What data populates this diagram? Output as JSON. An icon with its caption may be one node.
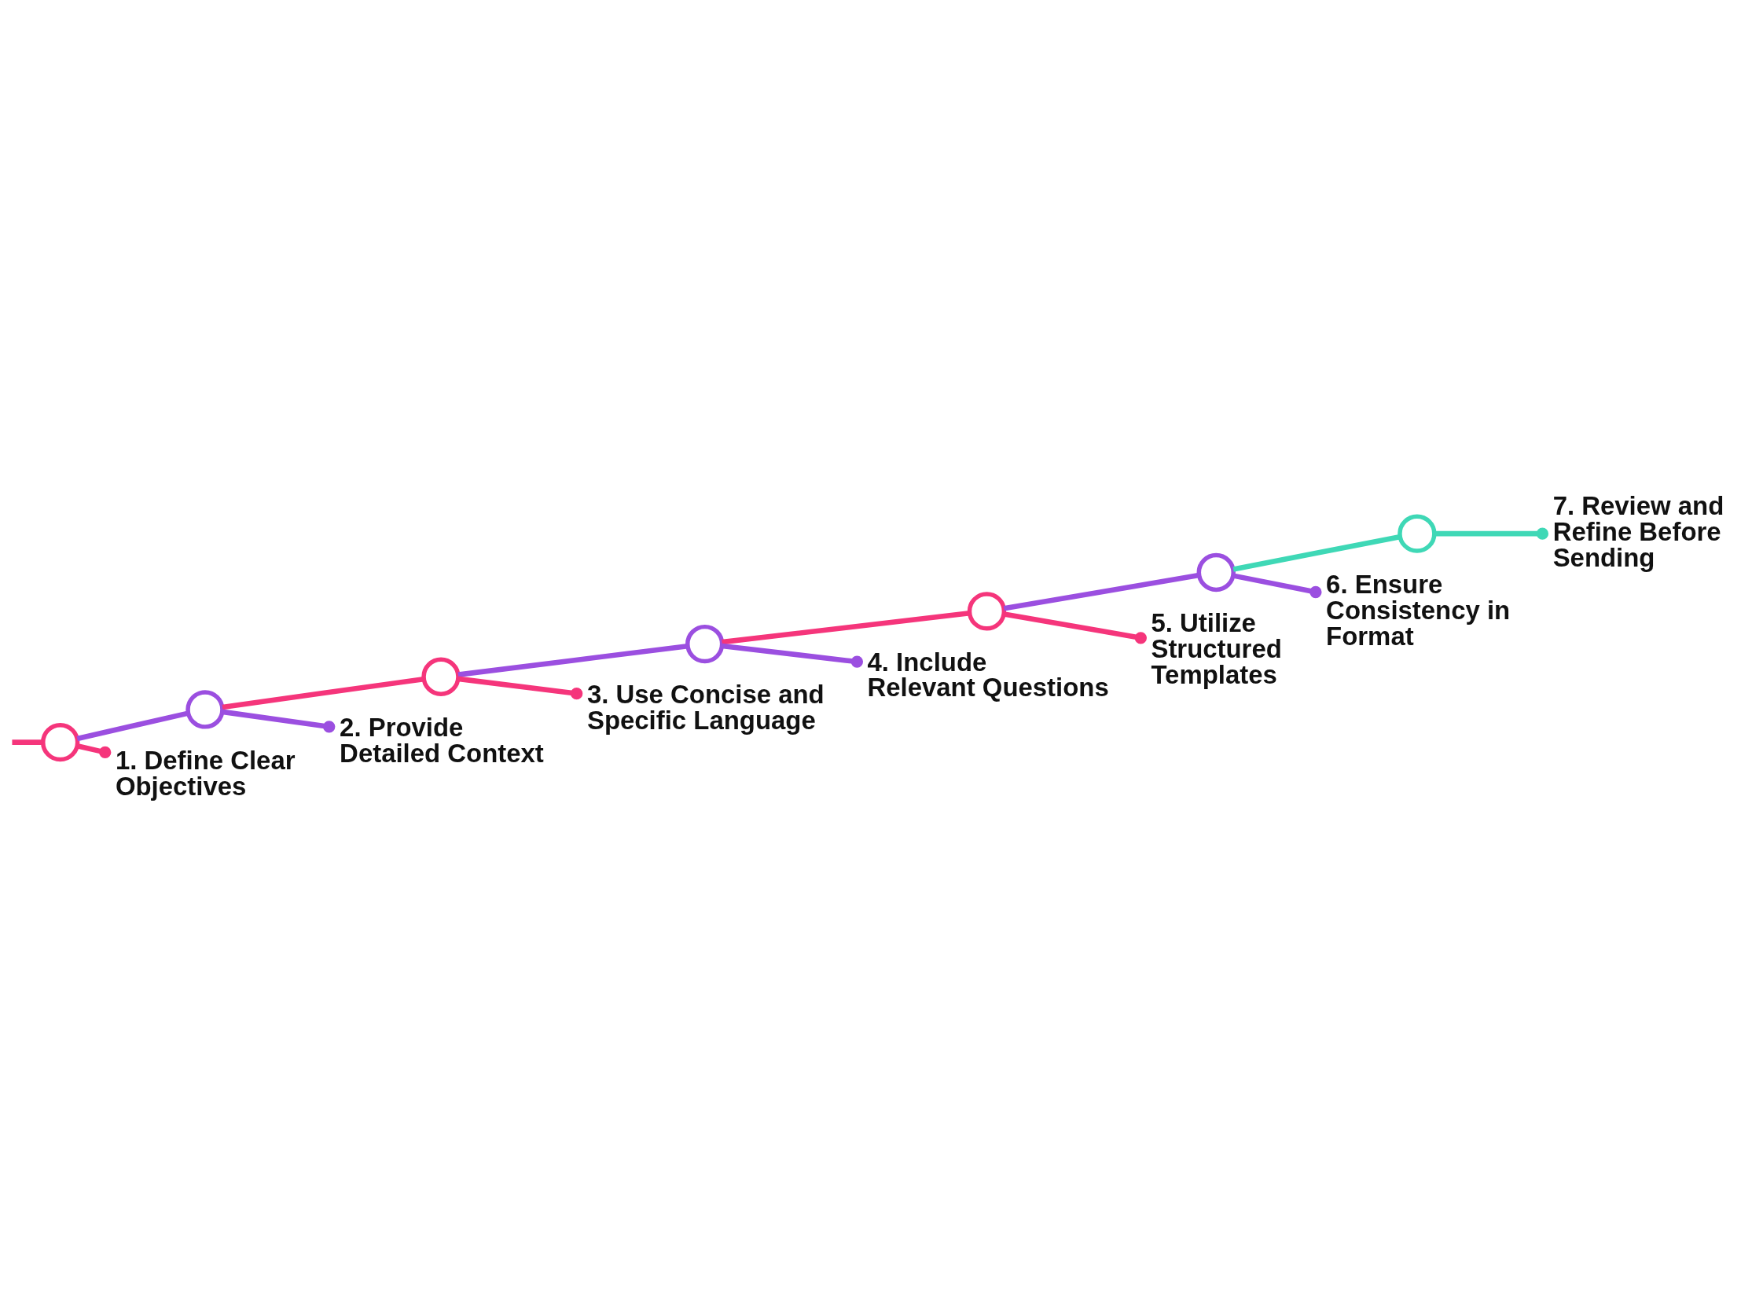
{
  "diagram": {
    "nodes": [
      {
        "text": [],
        "shape": "circle"
      },
      {
        "text": [],
        "shape": "circle"
      },
      {
        "text": [],
        "shape": "circle"
      },
      {
        "text": [],
        "shape": "circle"
      },
      {
        "text": [],
        "shape": "circle"
      },
      {
        "text": [],
        "shape": "circle"
      },
      {
        "text": [],
        "shape": "circle"
      },
      {
        "text": [
          "1. Define Clear Objectives"
        ]
      },
      {
        "text": [
          "2. Provide Detailed Context"
        ]
      },
      {
        "text": [
          "3. Use Concise and Specific Language"
        ]
      },
      {
        "text": [
          "4. Include Relevant Questions"
        ]
      },
      {
        "text": [
          "5. Utilize Structured Templates"
        ]
      },
      {
        "text": [
          "6. Ensure Consistency in Format"
        ]
      },
      {
        "text": [
          "7. Review and Refine Before Sending"
        ]
      }
    ],
    "edges": [
      {
        "from": null,
        "to": 0,
        "arrow": "none",
        "color": "#f5357b"
      },
      {
        "from": 0,
        "to": 1,
        "arrow": "none",
        "color": "#9b4fe0"
      },
      {
        "from": 1,
        "to": 2,
        "arrow": "none",
        "color": "#f5357b"
      },
      {
        "from": 2,
        "to": 3,
        "arrow": "none",
        "color": "#9b4fe0"
      },
      {
        "from": 3,
        "to": 4,
        "arrow": "none",
        "color": "#f5357b"
      },
      {
        "from": 4,
        "to": 5,
        "arrow": "none",
        "color": "#9b4fe0"
      },
      {
        "from": 5,
        "to": 6,
        "arrow": "none",
        "color": "#3fd8b6"
      },
      {
        "from": 0,
        "to": 7,
        "arrow": "other",
        "color": "#f5357b"
      },
      {
        "from": 1,
        "to": 8,
        "arrow": "other",
        "color": "#9b4fe0"
      },
      {
        "from": 2,
        "to": 9,
        "arrow": "other",
        "color": "#f5357b"
      },
      {
        "from": 3,
        "to": 10,
        "arrow": "other",
        "color": "#9b4fe0"
      },
      {
        "from": 4,
        "to": 11,
        "arrow": "other",
        "color": "#f5357b"
      },
      {
        "from": 5,
        "to": 12,
        "arrow": "other",
        "color": "#9b4fe0"
      },
      {
        "from": 6,
        "to": 13,
        "arrow": "other",
        "color": "#3fd8b6"
      }
    ]
  }
}
